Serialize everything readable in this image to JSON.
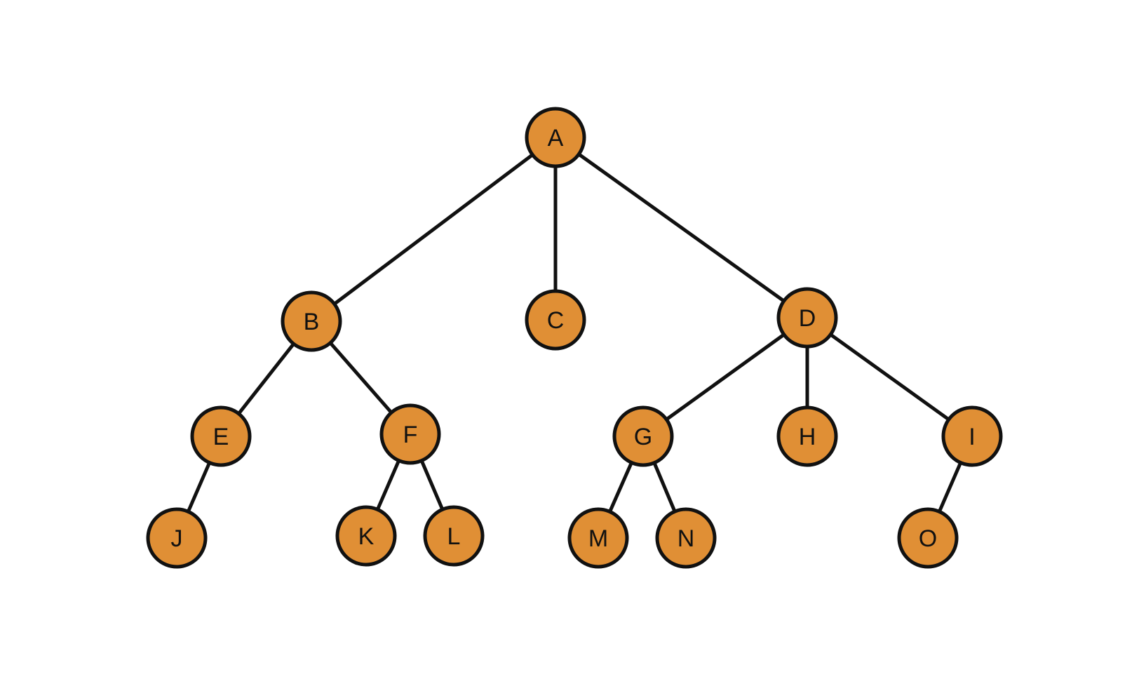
{
  "colors": {
    "node_fill": "#e08f35",
    "stroke": "#111111",
    "background": "#ffffff"
  },
  "tree": {
    "nodes": [
      {
        "id": "A",
        "label": "A"
      },
      {
        "id": "B",
        "label": "B"
      },
      {
        "id": "C",
        "label": "C"
      },
      {
        "id": "D",
        "label": "D"
      },
      {
        "id": "E",
        "label": "E"
      },
      {
        "id": "F",
        "label": "F"
      },
      {
        "id": "G",
        "label": "G"
      },
      {
        "id": "H",
        "label": "H"
      },
      {
        "id": "I",
        "label": "I"
      },
      {
        "id": "J",
        "label": "J"
      },
      {
        "id": "K",
        "label": "K"
      },
      {
        "id": "L",
        "label": "L"
      },
      {
        "id": "M",
        "label": "M"
      },
      {
        "id": "N",
        "label": "N"
      },
      {
        "id": "O",
        "label": "O"
      }
    ],
    "edges": [
      {
        "from": "A",
        "to": "B"
      },
      {
        "from": "A",
        "to": "C"
      },
      {
        "from": "A",
        "to": "D"
      },
      {
        "from": "B",
        "to": "E"
      },
      {
        "from": "B",
        "to": "F"
      },
      {
        "from": "D",
        "to": "G"
      },
      {
        "from": "D",
        "to": "H"
      },
      {
        "from": "D",
        "to": "I"
      },
      {
        "from": "E",
        "to": "J"
      },
      {
        "from": "F",
        "to": "K"
      },
      {
        "from": "F",
        "to": "L"
      },
      {
        "from": "G",
        "to": "M"
      },
      {
        "from": "G",
        "to": "N"
      },
      {
        "from": "I",
        "to": "O"
      }
    ]
  }
}
